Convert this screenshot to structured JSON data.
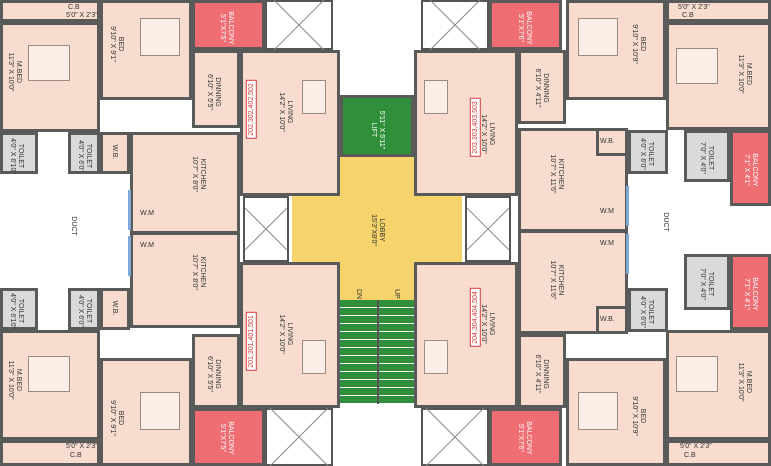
{
  "lobby": {
    "name": "LOBBY",
    "dim": "15'3\"X8'0\""
  },
  "lift": {
    "dim": "5'11\" X 5'11\"",
    "name": "LIFT"
  },
  "stairs": {
    "down": "DN",
    "up": "UP"
  },
  "units": {
    "top_left": "202,302,402,502",
    "top_right": "203,303,403,503",
    "bottom_left": "201,301,401,501",
    "bottom_right": "204,304,404,504"
  },
  "rooms": {
    "cb": "C.B",
    "cb_dim_top": "5'0\" X 2'3\"",
    "cb_dim_bottom": "5'0\" X 2'3\"",
    "bed": "BED",
    "bed_dim_left": "9'10\" X 9'1\"",
    "bed_dim_right": "9'10\" X 10'9\"",
    "mbed": "M.BED",
    "mbed_dim": "11'3\" X 10'0\"",
    "balcony": "BALCONY",
    "balcony_small_dim": "5'1\"X7'5\"",
    "balcony_small_dim_right": "5'1\"X7'6\"",
    "balcony_big_dim": "7'1\" X 4'1\"",
    "dinning": "DINNING",
    "dinning_dim_left": "6'10\" X 5'5\"",
    "dinning_dim_right": "6'10\" X 4'11\"",
    "living": "LIVING",
    "living_dim": "14'2\" X 10'0\"",
    "kitchen": "KITCHEN",
    "kitchen_dim_left": "10'7\" X 8'0\"",
    "kitchen_dim_right": "10'7\" X 11'6\"",
    "toilet": "TOILET",
    "toilet_dim_a": "4'0\" X 6'10\"",
    "toilet_dim_b": "4'0\" X 6'0\"",
    "toilet_dim_c": "7'0\" X 4'0\"",
    "wb": "W.B.",
    "wm": "W.M",
    "duct": "DUCT"
  },
  "colors": {
    "room": "#f7dccf",
    "toilet": "#dadada",
    "balcony": "#ee6e73",
    "lift_stairs": "#2f8f3a",
    "lobby": "#f6d46b",
    "unit_number": "#d23a3a"
  }
}
